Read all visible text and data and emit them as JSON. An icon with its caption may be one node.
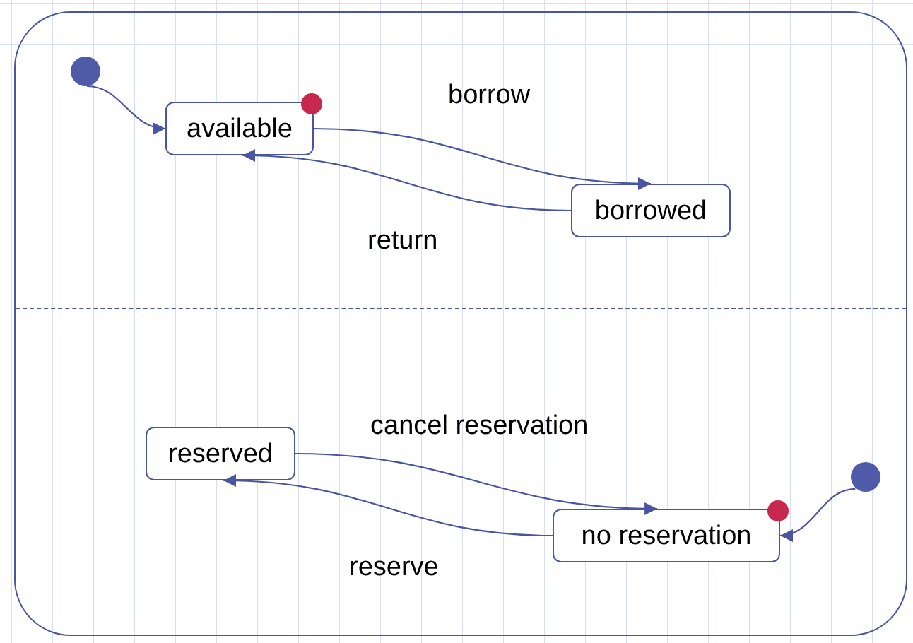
{
  "diagram": {
    "nodes": [
      {
        "text": [],
        "shape": "box"
      },
      {
        "text": [],
        "shape": "circle",
        "in": 0
      },
      {
        "text": [
          "available"
        ],
        "in": 0
      },
      {
        "text": [
          "borrowed"
        ],
        "in": 0
      },
      {
        "text": [
          "reserved"
        ],
        "in": 0
      },
      {
        "text": [
          "no reservation"
        ],
        "in": 0
      },
      {
        "text": [],
        "shape": "circle",
        "in": 0
      }
    ],
    "edges": [
      {
        "from": 1,
        "to": 2,
        "arrow": "to"
      },
      {
        "from": 2,
        "to": 3,
        "arrow": "to",
        "label": "borrow"
      },
      {
        "from": 3,
        "to": 2,
        "arrow": "to",
        "label": "return"
      },
      {
        "from": 4,
        "to": 5,
        "arrow": "to",
        "label": "cancel reservation"
      },
      {
        "from": 5,
        "to": 4,
        "arrow": "to",
        "label": "reserve"
      },
      {
        "from": 6,
        "to": 5,
        "arrow": "to"
      }
    ]
  }
}
